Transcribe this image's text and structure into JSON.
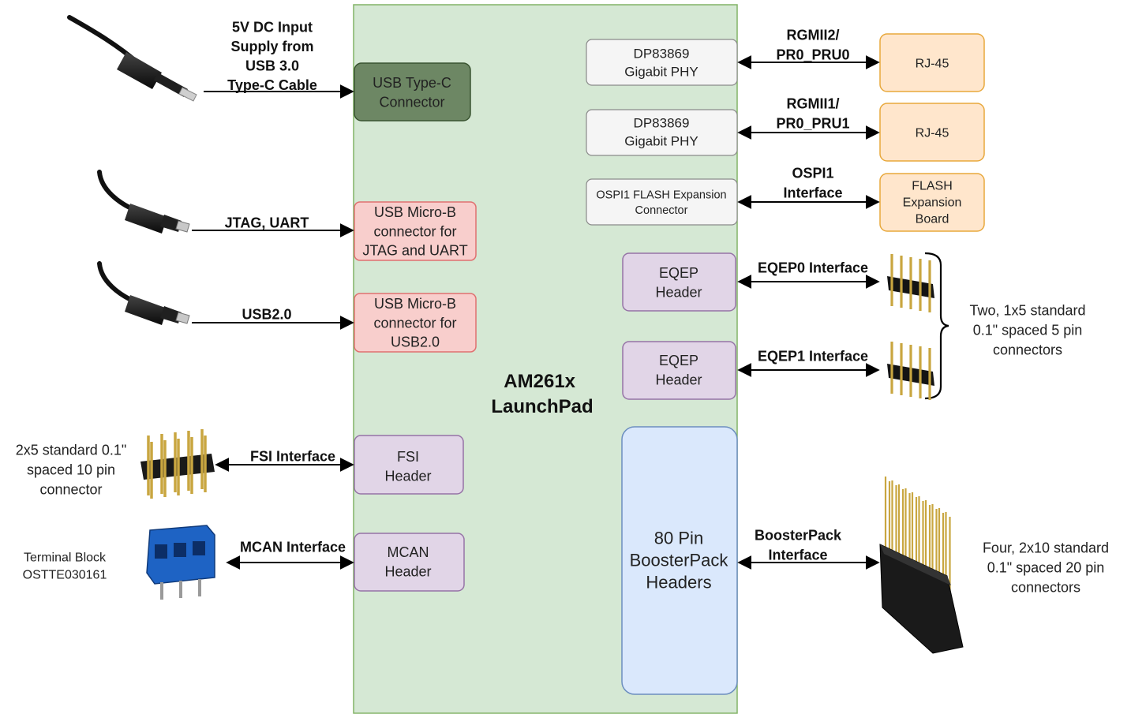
{
  "board": {
    "title_line1": "AM261x",
    "title_line2": "LaunchPad"
  },
  "colors": {
    "board_fill": "#d5e8d4",
    "board_stroke": "#82b366",
    "usbc_fill": "#6d8764",
    "usbc_stroke": "#3a5431",
    "red_fill": "#f8cecc",
    "red_stroke": "#e07070",
    "purple_fill": "#e1d5e7",
    "purple_stroke": "#9673a6",
    "gray_fill": "#f5f5f5",
    "gray_stroke": "#8a8a8a",
    "orange_fill": "#ffe6cc",
    "orange_stroke": "#e8a83c",
    "blue_fill": "#dae8fc",
    "blue_stroke": "#6c8ebf"
  },
  "boxes": {
    "usbc": [
      "USB Type-C",
      "Connector"
    ],
    "jtag": [
      "USB Micro-B",
      "connector for",
      "JTAG and UART"
    ],
    "usb2": [
      "USB Micro-B",
      "connector for",
      "USB2.0"
    ],
    "fsi": [
      "FSI",
      "Header"
    ],
    "mcan": [
      "MCAN",
      "Header"
    ],
    "phy0": [
      "DP83869",
      "Gigabit PHY"
    ],
    "phy1": [
      "DP83869",
      "Gigabit PHY"
    ],
    "ospi": [
      "OSPI1 FLASH Expansion",
      "Connector"
    ],
    "eqep0": [
      "EQEP",
      "Header"
    ],
    "eqep1": [
      "EQEP",
      "Header"
    ],
    "booster": [
      "80 Pin",
      "BoosterPack",
      "Headers"
    ],
    "rj45a": [
      "RJ-45"
    ],
    "rj45b": [
      "RJ-45"
    ],
    "flash": [
      "FLASH",
      "Expansion",
      "Board"
    ]
  },
  "labels": {
    "usbc_in": [
      "5V DC Input",
      "Supply from",
      "USB 3.0",
      "Type-C Cable"
    ],
    "jtag_in": [
      "JTAG, UART"
    ],
    "usb2_in": [
      "USB2.0"
    ],
    "fsi_if": [
      "FSI Interface"
    ],
    "mcan_if": [
      "MCAN Interface"
    ],
    "rgmii2": [
      "RGMII2/",
      "PR0_PRU0"
    ],
    "rgmii1": [
      "RGMII1/",
      "PR0_PRU1"
    ],
    "ospi_if": [
      "OSPI1",
      "Interface"
    ],
    "eqep0_if": [
      "EQEP0 Interface"
    ],
    "eqep1_if": [
      "EQEP1 Interface"
    ],
    "booster_if": [
      "BoosterPack",
      "Interface"
    ]
  },
  "captions": {
    "fsi_conn": [
      "2x5 standard 0.1\"",
      "spaced 10 pin",
      "connector"
    ],
    "terminal": [
      "Terminal Block",
      "OSTTE030161"
    ],
    "eqep_conn": [
      "Two, 1x5 standard",
      "0.1\" spaced 5 pin",
      "connectors"
    ],
    "booster_conn": [
      "Four, 2x10 standard",
      "0.1\" spaced 20 pin",
      "connectors"
    ]
  }
}
